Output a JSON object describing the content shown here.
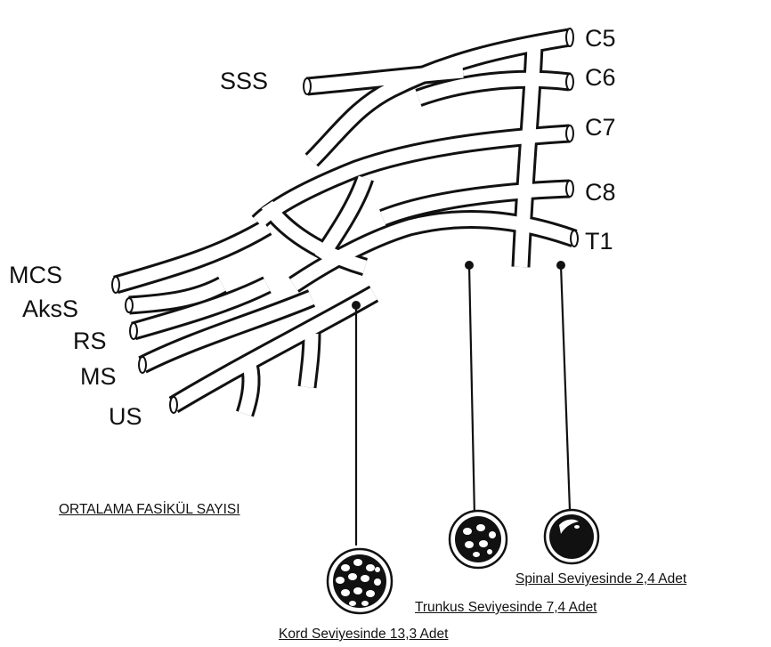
{
  "roots": {
    "c5": "C5",
    "c6": "C6",
    "c7": "C7",
    "c8": "C8",
    "t1": "T1"
  },
  "branches": {
    "sss": "SSS",
    "mcs": "MCS",
    "akss": "AksS",
    "rs": "RS",
    "ms": "MS",
    "us": "US"
  },
  "caption": {
    "title": "ORTALAMA FASİKÜL SAYISI",
    "spinal": "Spinal Seviyesinde 2,4 Adet",
    "trunkus": "Trunkus Seviyesinde 7,4 Adet",
    "kord": "Kord Seviyesinde 13,3 Adet"
  },
  "fascicle_counts": {
    "spinal": 2.4,
    "trunkus": 7.4,
    "kord": 13.3
  },
  "colors": {
    "ink": "#111111",
    "paper": "#ffffff"
  }
}
